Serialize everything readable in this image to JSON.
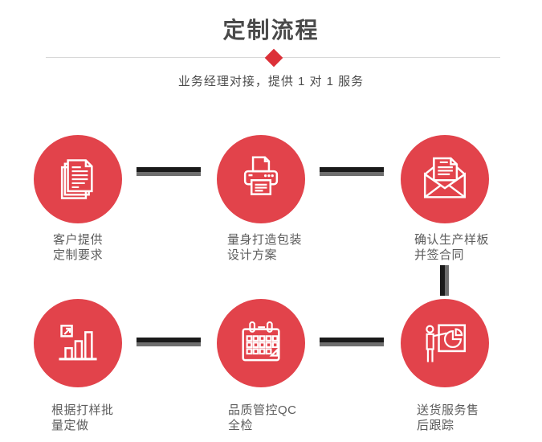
{
  "header": {
    "title": "定制流程",
    "subtitle": "业务经理对接，提供 1 对 1 服务"
  },
  "colors": {
    "accent_red": "#e2434b",
    "diamond_red": "#dc3038",
    "title_gray": "#4a4a4a",
    "label_gray": "#5c5c5c",
    "divider_gray": "#d8d8d8",
    "connector_dark": "#1a1a1a",
    "connector_gray": "#6e6e6e",
    "icon_stroke": "#ffffff"
  },
  "steps": [
    {
      "icon": "documents-icon",
      "lines": [
        "客户提供",
        "定制要求"
      ]
    },
    {
      "icon": "printer-icon",
      "lines": [
        "量身打造包装",
        "设计方案"
      ]
    },
    {
      "icon": "envelope-icon",
      "lines": [
        "确认生产样板",
        "并签合同"
      ]
    },
    {
      "icon": "bar-chart-icon",
      "lines": [
        "根据打样批",
        "量定做"
      ]
    },
    {
      "icon": "calendar-icon",
      "lines": [
        "品质管控QC",
        "全检"
      ]
    },
    {
      "icon": "presentation-icon",
      "lines": [
        "送货服务售",
        "后跟踪"
      ]
    }
  ]
}
